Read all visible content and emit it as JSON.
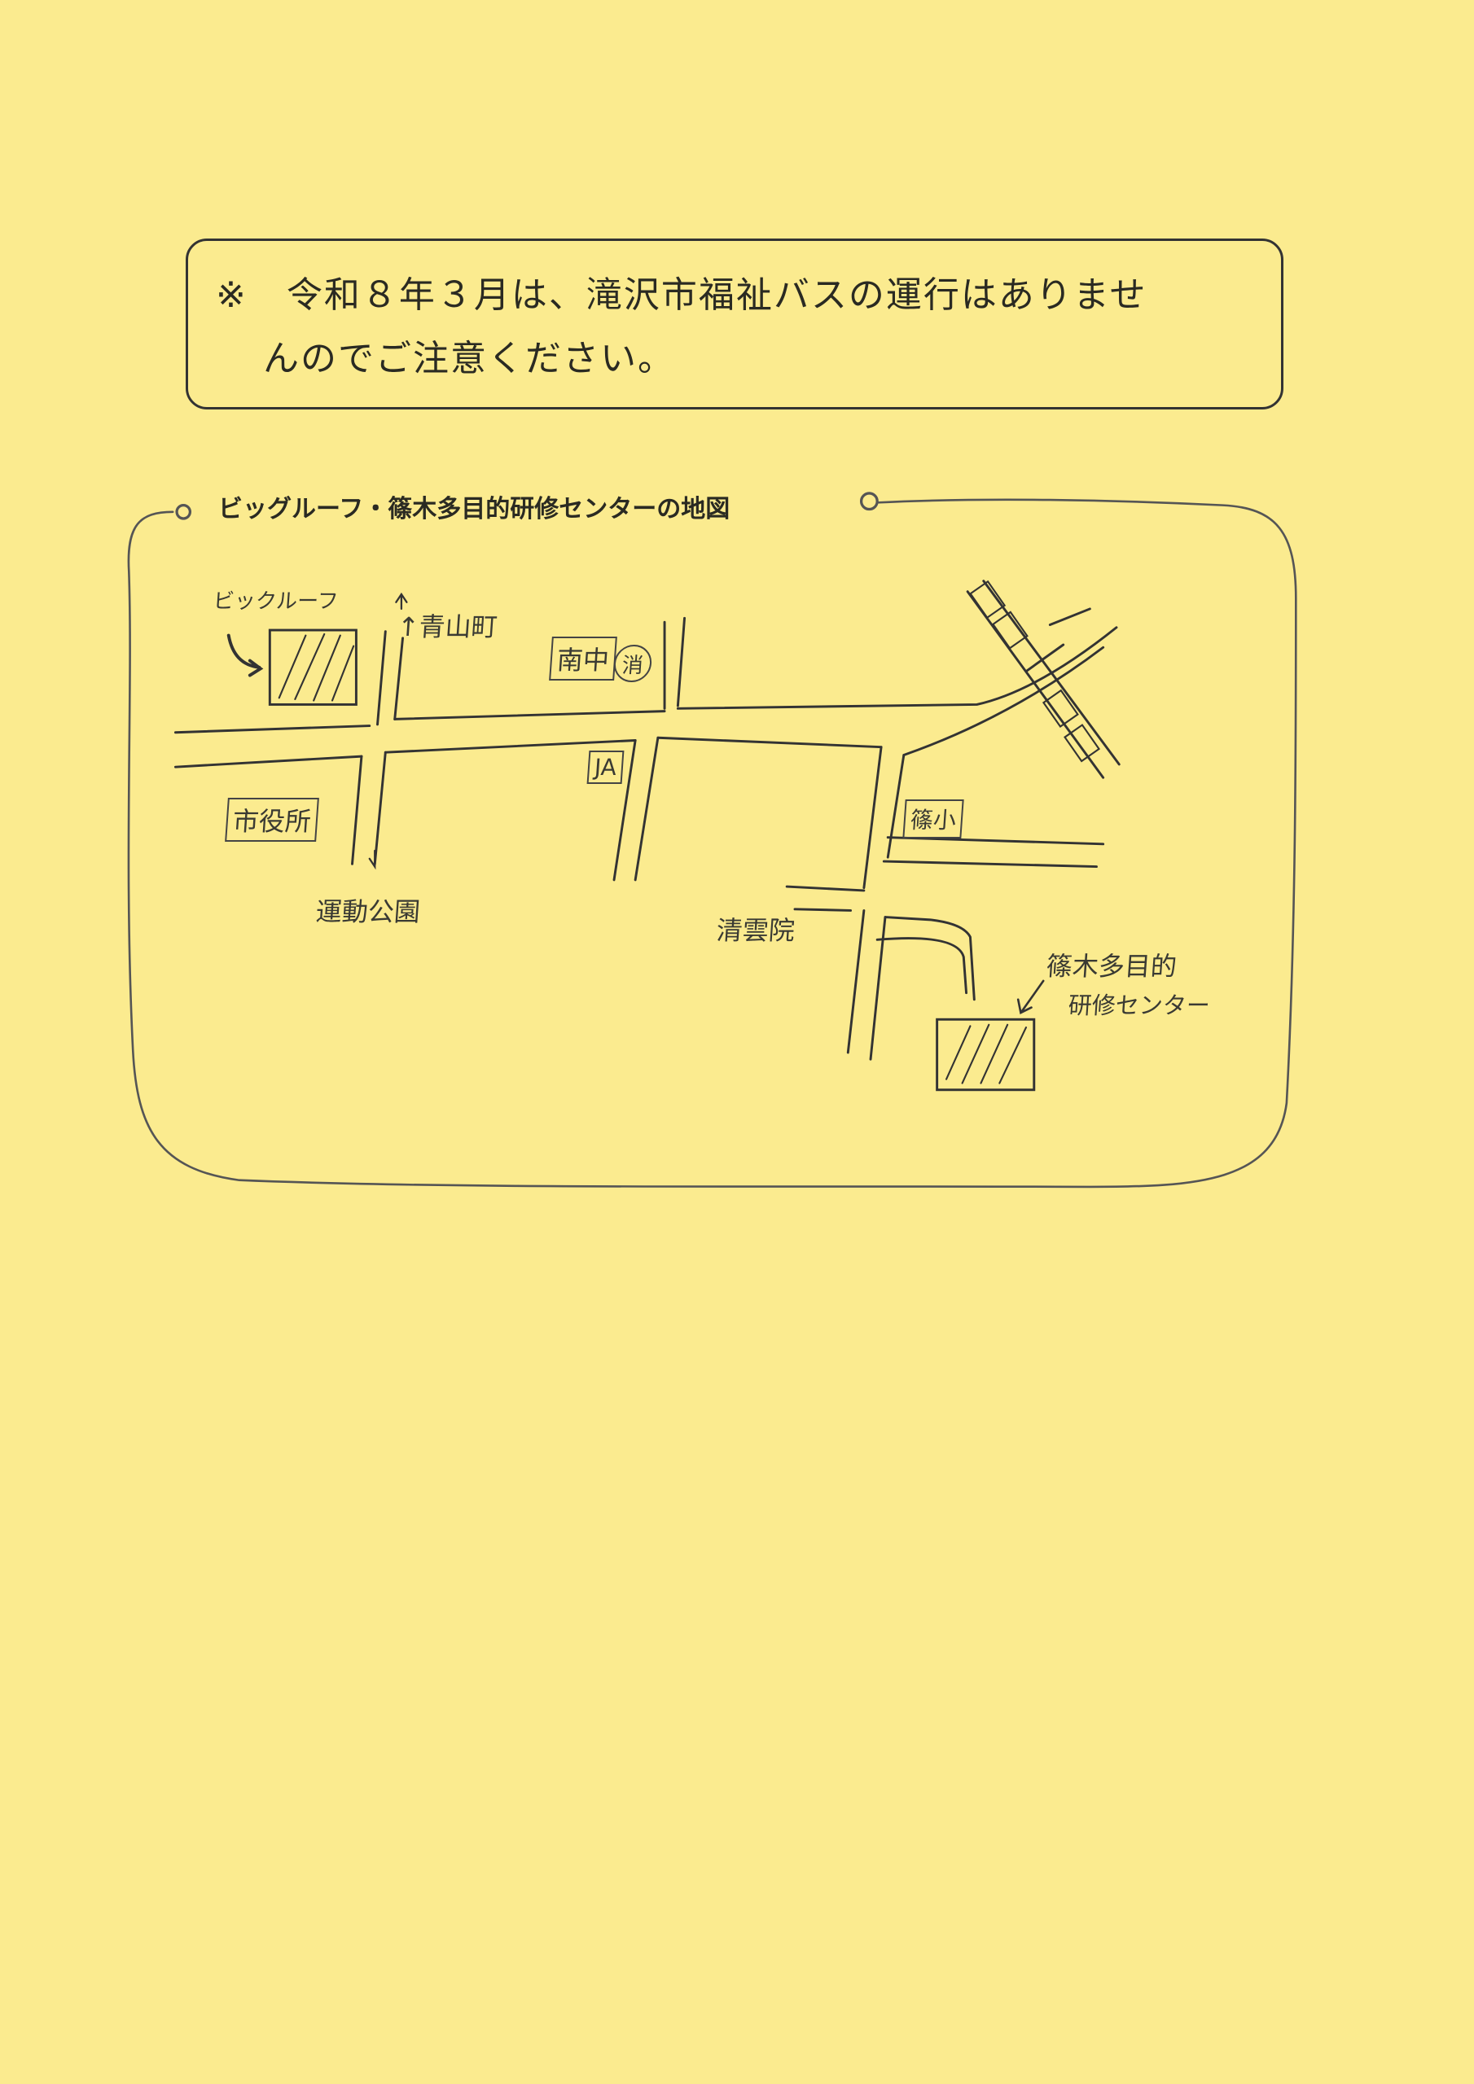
{
  "notice": {
    "mark": "※",
    "line1": "令和８年３月は、滝沢市福祉バスの運行はありませ",
    "line2": "んのでご注意ください。"
  },
  "map": {
    "title": "ビッグルーフ・篠木多目的研修センターの地図",
    "labels": {
      "big_roof": "ビックルーフ",
      "aoyama": "↑青山町",
      "nanchu": "南中",
      "fire": "消",
      "ja": "JA",
      "city_hall": "市役所",
      "park": "運動公園",
      "shinoki_school": "篠小",
      "seiunin": "清雲院",
      "center_line1": "篠木多目的",
      "center_line2": "研修センター"
    }
  }
}
